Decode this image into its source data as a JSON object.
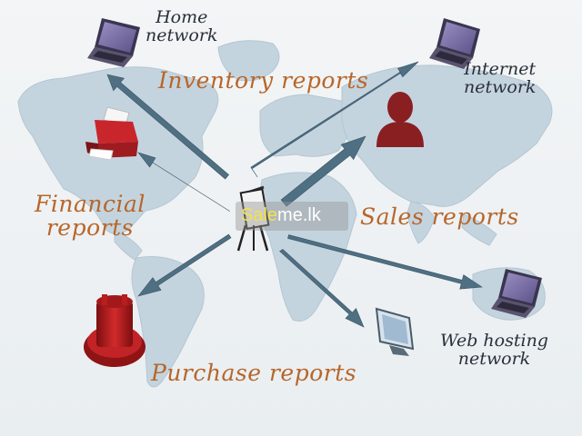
{
  "labels": {
    "home_network": [
      "Home",
      "network"
    ],
    "internet_network": [
      "Internet",
      "network"
    ],
    "web_hosting_network": [
      "Web hosting",
      "network"
    ],
    "inventory_reports": "Inventory reports",
    "financial_reports": [
      "Financial",
      "reports"
    ],
    "sales_reports": "Sales reports",
    "purchase_reports": "Purchase reports"
  },
  "watermark": {
    "accent": "Sale",
    "rest": "me.lk"
  },
  "icons": [
    "laptop-icon",
    "printer-icon",
    "user-silhouette-icon",
    "presentation-easel-icon",
    "monitor-icon",
    "document-stand-icon"
  ],
  "colors": {
    "arrow": "#4f6f82",
    "report_text": "#b8662a",
    "network_text": "#2a2f3a",
    "map_land": "#c4d4df",
    "printer": "#c9262b",
    "stand": "#b81e1e",
    "user": "#8a1f22"
  }
}
